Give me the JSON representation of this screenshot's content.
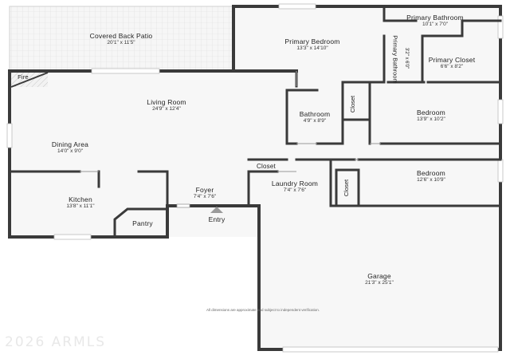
{
  "rooms": {
    "patio": {
      "name": "Covered Back Patio",
      "dims": "20'1\" x 11'5\""
    },
    "primary_bedroom": {
      "name": "Primary Bedroom",
      "dims": "13'3\" x 14'10\""
    },
    "primary_bathroom": {
      "name": "Primary Bathroom",
      "dims": "10'1\" x 7'0\""
    },
    "primary_bathroom_small": {
      "name": "Primary Bathroom",
      "dims": "3'2\" x 6'0\""
    },
    "primary_closet": {
      "name": "Primary Closet",
      "dims": "6'6\" x 8'2\""
    },
    "fire": {
      "name": "Fire"
    },
    "living_room": {
      "name": "Living Room",
      "dims": "24'9\" x 12'4\""
    },
    "bathroom": {
      "name": "Bathroom",
      "dims": "4'9\" x 8'9\""
    },
    "closet_top": {
      "name": "Closet"
    },
    "bedroom_top": {
      "name": "Bedroom",
      "dims": "13'9\" x 10'2\""
    },
    "dining_area": {
      "name": "Dining Area",
      "dims": "14'0\" x 9'0\""
    },
    "closet_laundry": {
      "name": "Closet"
    },
    "laundry_room": {
      "name": "Laundry Room",
      "dims": "7'4\" x 7'6\""
    },
    "closet_bottom": {
      "name": "Closet"
    },
    "bedroom_bottom": {
      "name": "Bedroom",
      "dims": "12'6\" x 10'9\""
    },
    "kitchen": {
      "name": "Kitchen",
      "dims": "13'8\" x 11'1\""
    },
    "foyer": {
      "name": "Foyer",
      "dims": "7'4\" x 7'6\""
    },
    "pantry": {
      "name": "Pantry"
    },
    "entry": {
      "name": "Entry"
    },
    "garage": {
      "name": "Garage",
      "dims": "21'3\" x 25'1\""
    }
  },
  "disclaimer": "All dimensions are approximate and subject to independent verification.",
  "watermark": "2026 ARMLS"
}
